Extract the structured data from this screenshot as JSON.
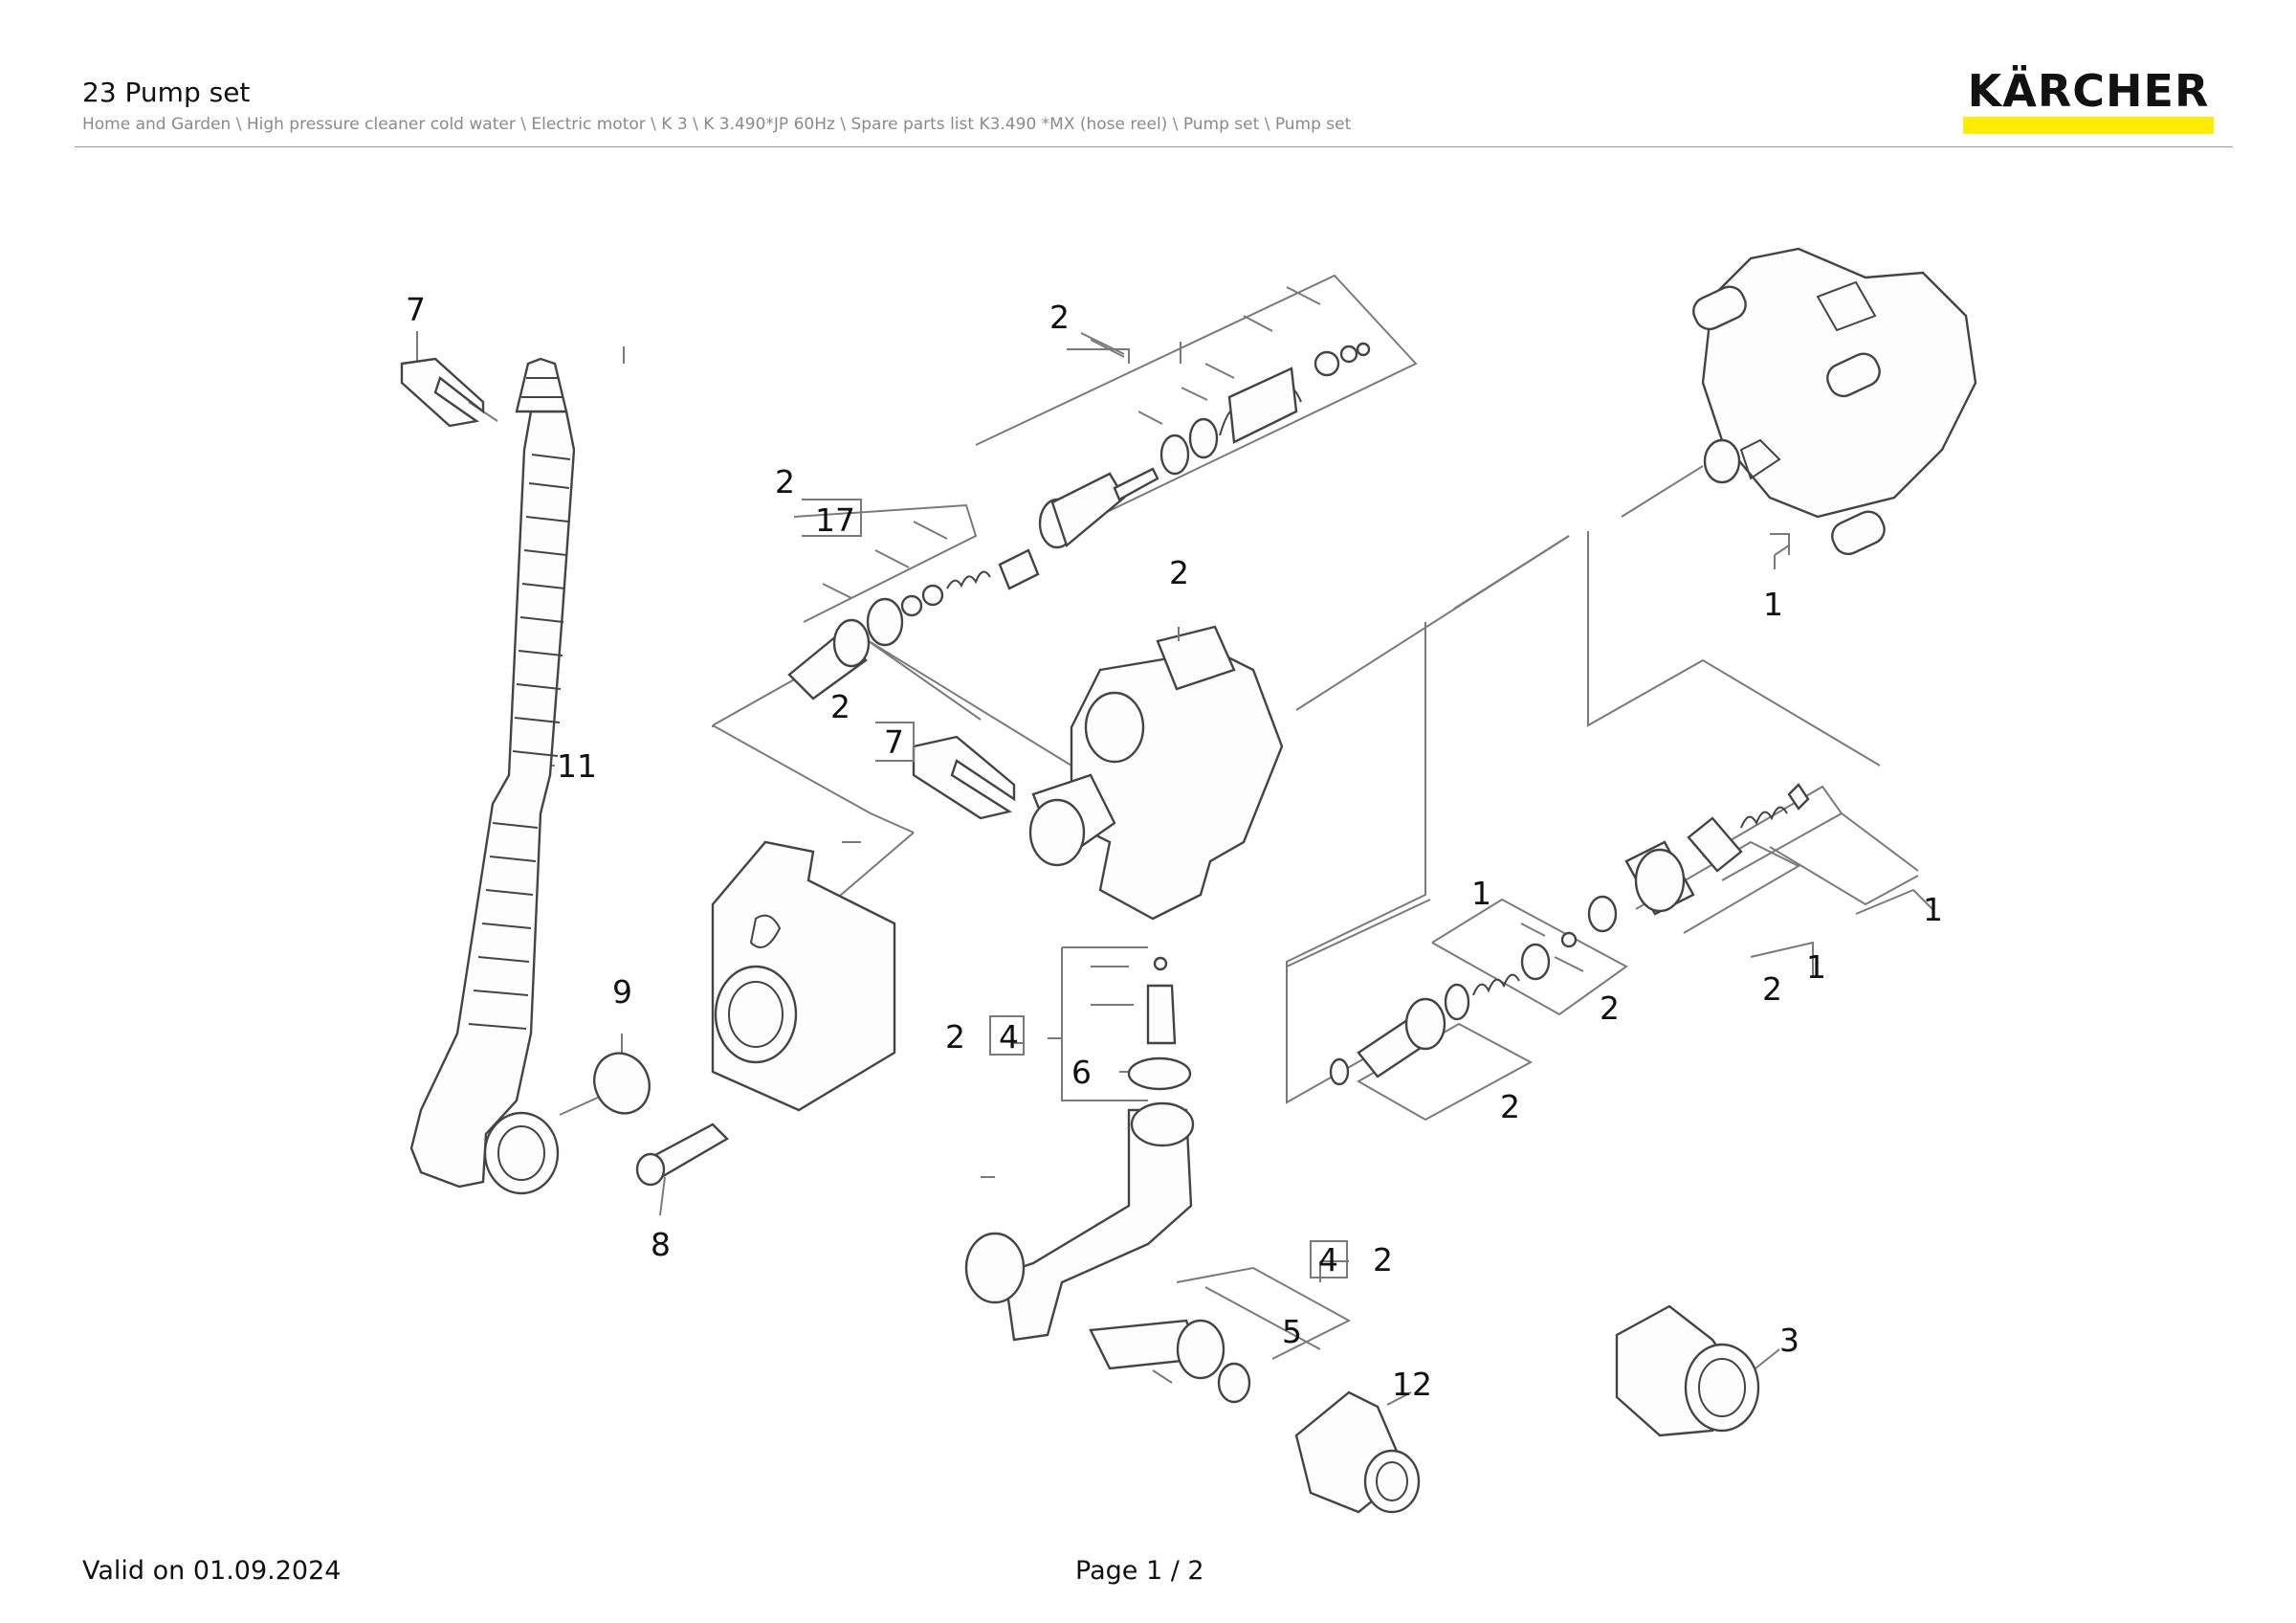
{
  "header": {
    "title": "23 Pump set",
    "breadcrumb": "Home and Garden \\ High pressure cleaner cold water \\ Electric motor \\ K 3 \\ K 3.490*JP 60Hz \\ Spare parts list K3.490 *MX (hose reel) \\ Pump set \\ Pump set",
    "logo": "KÄRCHER",
    "brand_color": "#ffed00"
  },
  "diagram": {
    "callouts": [
      {
        "id": "c1",
        "text": "7"
      },
      {
        "id": "c2",
        "text": "2"
      },
      {
        "id": "c3",
        "text": "2"
      },
      {
        "id": "c4",
        "text": "17"
      },
      {
        "id": "c5",
        "text": "2"
      },
      {
        "id": "c6",
        "text": "2"
      },
      {
        "id": "c7",
        "text": "7"
      },
      {
        "id": "c8",
        "text": "1"
      },
      {
        "id": "c9",
        "text": "11"
      },
      {
        "id": "c10",
        "text": "9"
      },
      {
        "id": "c11",
        "text": "8"
      },
      {
        "id": "c12",
        "text": "2"
      },
      {
        "id": "c13",
        "text": "4"
      },
      {
        "id": "c14",
        "text": "6"
      },
      {
        "id": "c15",
        "text": "1"
      },
      {
        "id": "c16",
        "text": "2"
      },
      {
        "id": "c17",
        "text": "2"
      },
      {
        "id": "c18",
        "text": "1"
      },
      {
        "id": "c19",
        "text": "2"
      },
      {
        "id": "c20",
        "text": "1"
      },
      {
        "id": "c21",
        "text": "4"
      },
      {
        "id": "c22",
        "text": "2"
      },
      {
        "id": "c23",
        "text": "5"
      },
      {
        "id": "c24",
        "text": "12"
      },
      {
        "id": "c25",
        "text": "3"
      }
    ]
  },
  "footer": {
    "valid": "Valid on 01.09.2024",
    "page": "Page 1 / 2"
  }
}
